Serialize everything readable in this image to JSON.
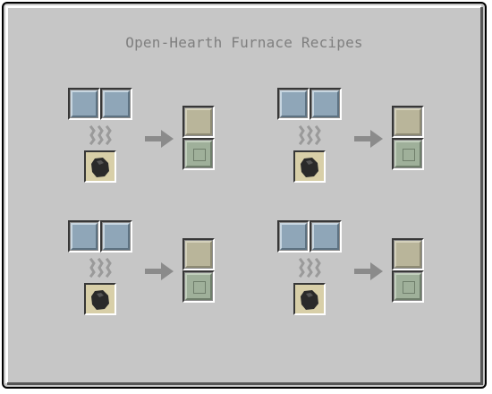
{
  "gui": {
    "title": "Open-Hearth Furnace Recipes"
  },
  "recipes": [
    {
      "inputs": [
        "glass-tile",
        "glass-tile"
      ],
      "fuel": "coal",
      "outputs": [
        "metal-plate",
        "steel-block"
      ]
    },
    {
      "inputs": [
        "glass-tile",
        "glass-tile"
      ],
      "fuel": "coal",
      "outputs": [
        "metal-plate",
        "steel-block"
      ]
    },
    {
      "inputs": [
        "glass-tile",
        "glass-tile"
      ],
      "fuel": "coal",
      "outputs": [
        "metal-plate",
        "steel-block"
      ]
    },
    {
      "inputs": [
        "glass-tile",
        "glass-tile"
      ],
      "fuel": "coal",
      "outputs": [
        "metal-plate",
        "steel-block"
      ]
    }
  ],
  "icons": {
    "heat": "heat-waves-icon",
    "arrow": "arrow-right-icon",
    "fuel": "coal-icon"
  },
  "colors": {
    "panel": "#c6c6c6",
    "title": "#7f7f7f",
    "arrow": "#8b8b8b"
  }
}
